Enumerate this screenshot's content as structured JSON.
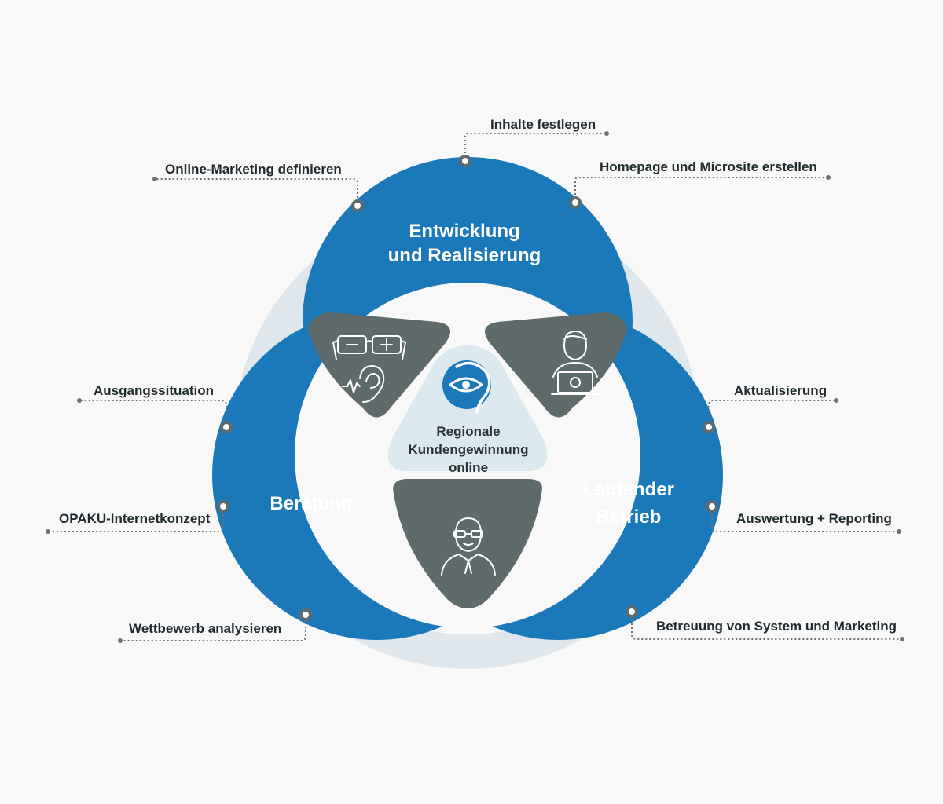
{
  "colors": {
    "background": "#f8f8f8",
    "ring": "#dfe7ec",
    "lobe_blue": "#1b78b9",
    "petal_gray": "#5f6a6b",
    "center_light": "#dbe8ee",
    "text_dark": "#1f2a2e"
  },
  "center": {
    "line1": "Regionale",
    "line2": "Kundengewinnung",
    "line3": "online"
  },
  "lobes": {
    "top": {
      "line1": "Entwicklung",
      "line2": "und Realisierung"
    },
    "left": {
      "line1": "Beratung"
    },
    "right": {
      "line1": "Laufender",
      "line2": "Betrieb"
    }
  },
  "callouts": [
    {
      "text": "Inhalte festlegen"
    },
    {
      "text": "Online-Marketing definieren"
    },
    {
      "text": "Homepage und Microsite erstellen"
    },
    {
      "text": "Ausgangssituation"
    },
    {
      "text": "Aktualisierung"
    },
    {
      "text": "OPAKU-Internetkonzept"
    },
    {
      "text": "Auswertung + Reporting"
    },
    {
      "text": "Wettbewerb analysieren"
    },
    {
      "text": "Betreuung von System und Marketing"
    }
  ],
  "icons": {
    "top_left_petal": [
      "glasses-icon",
      "ear-icon"
    ],
    "top_right_petal": [
      "person-laptop-icon"
    ],
    "bottom_petal": [
      "person-glasses-icon"
    ],
    "center": [
      "eye-ear-logo-icon"
    ]
  }
}
